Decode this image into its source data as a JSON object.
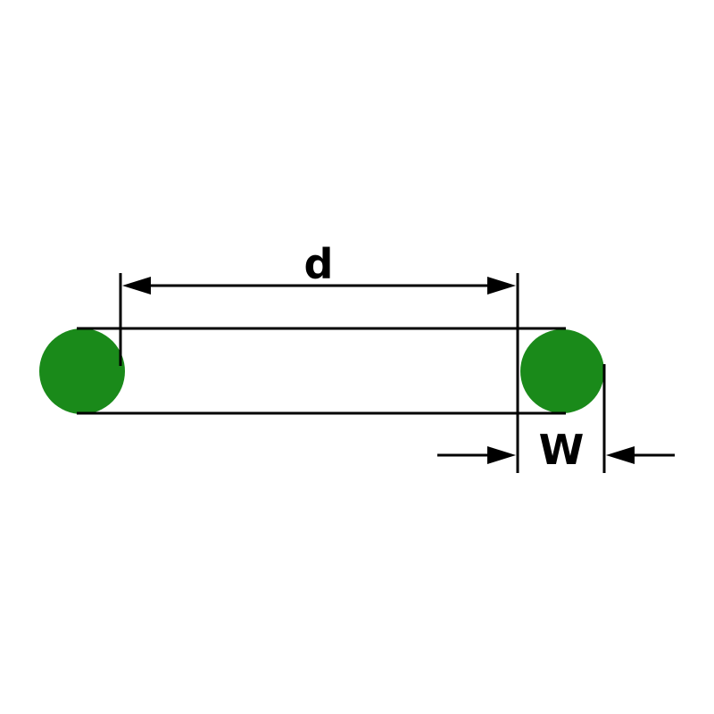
{
  "diagram": {
    "name": "O-ring dimension diagram",
    "labels": {
      "inner_diameter": "d",
      "cross_section_width": "W"
    },
    "colors": {
      "ring": "#1a8a1a",
      "line": "#000000",
      "background": "#ffffff"
    }
  }
}
